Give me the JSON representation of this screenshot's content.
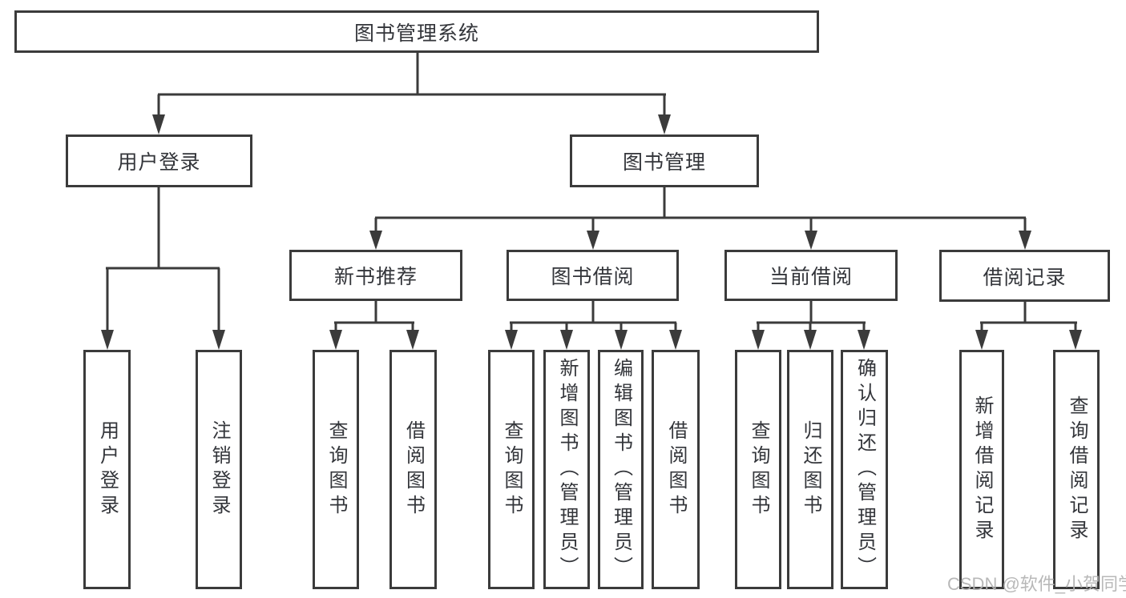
{
  "nodes": {
    "root": "图书管理系统",
    "user_login": "用户登录",
    "book_mgmt": "图书管理",
    "new_book_rec": "新书推荐",
    "book_borrow": "图书借阅",
    "current_borrow": "当前借阅",
    "borrow_record": "借阅记录",
    "leaf_user_login": "用户登录",
    "leaf_logout": "注销登录",
    "leaf_query_book_1": "查询图书",
    "leaf_borrow_book_1": "借阅图书",
    "leaf_query_book_2": "查询图书",
    "leaf_add_book": "新增图书（管理员）",
    "leaf_edit_book": "编辑图书（管理员）",
    "leaf_borrow_book_2": "借阅图书",
    "leaf_query_book_3": "查询图书",
    "leaf_return_book": "归还图书",
    "leaf_confirm_return": "确认归还（管理员）",
    "leaf_add_record": "新增借阅记录",
    "leaf_query_record": "查询借阅记录"
  },
  "hierarchy": {
    "label": "图书管理系统",
    "children": [
      {
        "label": "用户登录",
        "children": [
          {
            "label": "用户登录"
          },
          {
            "label": "注销登录"
          }
        ]
      },
      {
        "label": "图书管理",
        "children": [
          {
            "label": "新书推荐",
            "children": [
              {
                "label": "查询图书"
              },
              {
                "label": "借阅图书"
              }
            ]
          },
          {
            "label": "图书借阅",
            "children": [
              {
                "label": "查询图书"
              },
              {
                "label": "新增图书（管理员）"
              },
              {
                "label": "编辑图书（管理员）"
              },
              {
                "label": "借阅图书"
              }
            ]
          },
          {
            "label": "当前借阅",
            "children": [
              {
                "label": "查询图书"
              },
              {
                "label": "归还图书"
              },
              {
                "label": "确认归还（管理员）"
              }
            ]
          },
          {
            "label": "借阅记录",
            "children": [
              {
                "label": "新增借阅记录"
              },
              {
                "label": "查询借阅记录"
              }
            ]
          }
        ]
      }
    ]
  },
  "watermark": "CSDN @软件_小贺同学",
  "colors": {
    "line": "#3b3b3b",
    "text": "#33353a",
    "watermark": "#b3b3b3",
    "background": "#ffffff"
  }
}
